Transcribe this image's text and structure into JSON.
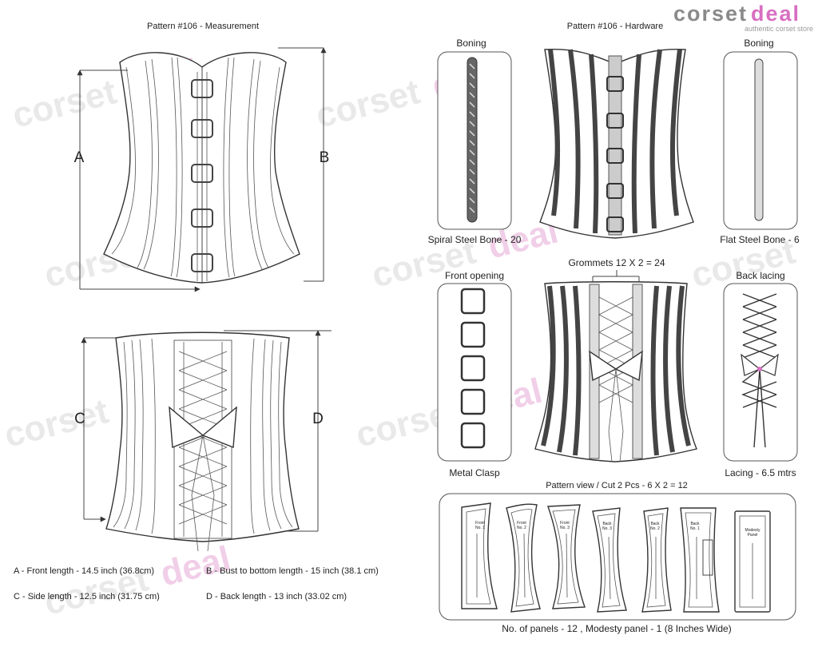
{
  "brand": {
    "logo_corset": "corset",
    "logo_deal": "deal",
    "logo_tagline": "authentic corset store",
    "colors": {
      "grey": "#8a8a8a",
      "pink": "#d86fc2",
      "line": "#333333"
    }
  },
  "measurement": {
    "title": "Pattern #106 -  Measurement",
    "marker_a": "A",
    "marker_b": "B",
    "marker_c": "C",
    "marker_d": "D",
    "legend": [
      "A - Front length - 14.5 inch (36.8cm)",
      "B - Bust to bottom length - 15 inch (38.1 cm)",
      "C - Side length - 12.5 inch (31.75 cm)",
      "D - Back length - 13 inch (33.02 cm)"
    ]
  },
  "hardware": {
    "title": "Pattern #106 -  Hardware",
    "boning_left_title": "Boning",
    "boning_left_caption": "Spiral Steel Bone - 20",
    "boning_right_title": "Boning",
    "boning_right_caption": "Flat Steel Bone - 6",
    "front_opening_title": "Front opening",
    "front_opening_caption": "Metal Clasp",
    "back_lacing_title": "Back lacing",
    "back_lacing_caption": "Lacing - 6.5 mtrs",
    "grommets_label": "Grommets 12 X 2 = 24"
  },
  "pattern_view": {
    "title": "Pattern view  /  Cut 2 Pcs - 6 X 2 = 12",
    "footer": "No. of panels - 12  , Modesty panel - 1 (8 Inches Wide)",
    "panels": [
      {
        "line1": "Front",
        "line2": "No. 1"
      },
      {
        "line1": "Front",
        "line2": "No. 2"
      },
      {
        "line1": "Front",
        "line2": "No. 3"
      },
      {
        "line1": "Back",
        "line2": "No. 3"
      },
      {
        "line1": "Back",
        "line2": "No. 2"
      },
      {
        "line1": "Back",
        "line2": "No. 1"
      },
      {
        "line1": "Modesty",
        "line2": "Panel"
      }
    ]
  }
}
